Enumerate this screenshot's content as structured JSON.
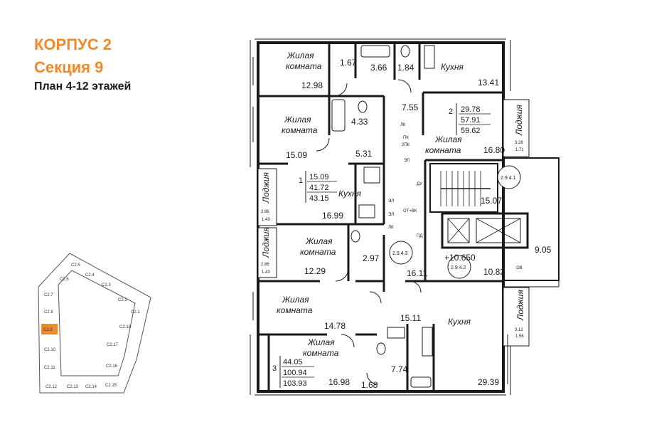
{
  "header": {
    "building": "КОРПУС 2",
    "section": "Секция 9",
    "plan": "План 4-12 этажей"
  },
  "colors": {
    "accent": "#ee8a2d",
    "highlight": "#ee8a2d",
    "walls": "#1a1a1a"
  },
  "rooms": {
    "living": "Жилая комната",
    "living_l1": "Жилая",
    "living_l2": "комната",
    "kitchen": "Кухня",
    "loggia": "Лоджия"
  },
  "areas": {
    "a1": "12.98",
    "a2": "1.67",
    "a3": "3.66",
    "a4": "1.84",
    "a5": "13.41",
    "a6": "7.55",
    "a7": "4.33",
    "a8": "15.09",
    "a9": "5.31",
    "a10": "16.80",
    "a11": "16.99",
    "a12": "15.07",
    "a13": "9.05",
    "a14": "2.97",
    "a15": "12.29",
    "a16": "16.11",
    "a17": "10.82",
    "a18": "15.11",
    "a19": "14.78",
    "a20": "7.74",
    "a21": "16.98",
    "a22": "1.68",
    "a23": "29.39"
  },
  "loggia_areas": {
    "l1a": "3.28",
    "l1b": "1.71",
    "l2a": "2.86",
    "l2b": "1.43",
    "l3a": "2.86",
    "l3b": "1.43",
    "l4a": "3.12",
    "l4b": "1.56"
  },
  "apartments": [
    {
      "rooms": "1",
      "living": "15.09",
      "total": "41.72",
      "total_with_loggia": "43.15"
    },
    {
      "rooms": "2",
      "living": "29.78",
      "total": "57.91",
      "total_with_loggia": "59.62"
    },
    {
      "rooms": "3",
      "living": "44.05",
      "total": "100.94",
      "total_with_loggia": "103.93"
    }
  ],
  "common": {
    "stair": "2.9.4.1",
    "elevator_hall": "2.9.4.2",
    "corridor": "2.9.4.3",
    "level": "+10.650",
    "ov": "ОВ",
    "lk": "ЛК",
    "pk": "ПК",
    "pk2": "2ПК",
    "el": "ЭЛ",
    "du": "ДУ",
    "otvk": "ОТ+ВК",
    "pd": "ПД"
  },
  "keyplan": {
    "sections": [
      "С2.1",
      "С2.2",
      "С2.3",
      "С2.4",
      "С2.5",
      "С2.6",
      "С2.7",
      "С2.8",
      "С2.9",
      "С2.10",
      "С2.11",
      "С2.12",
      "С2.13",
      "С2.14",
      "С2.15",
      "С2.16",
      "С2.17",
      "С2.18"
    ],
    "highlighted": "С2.9"
  }
}
